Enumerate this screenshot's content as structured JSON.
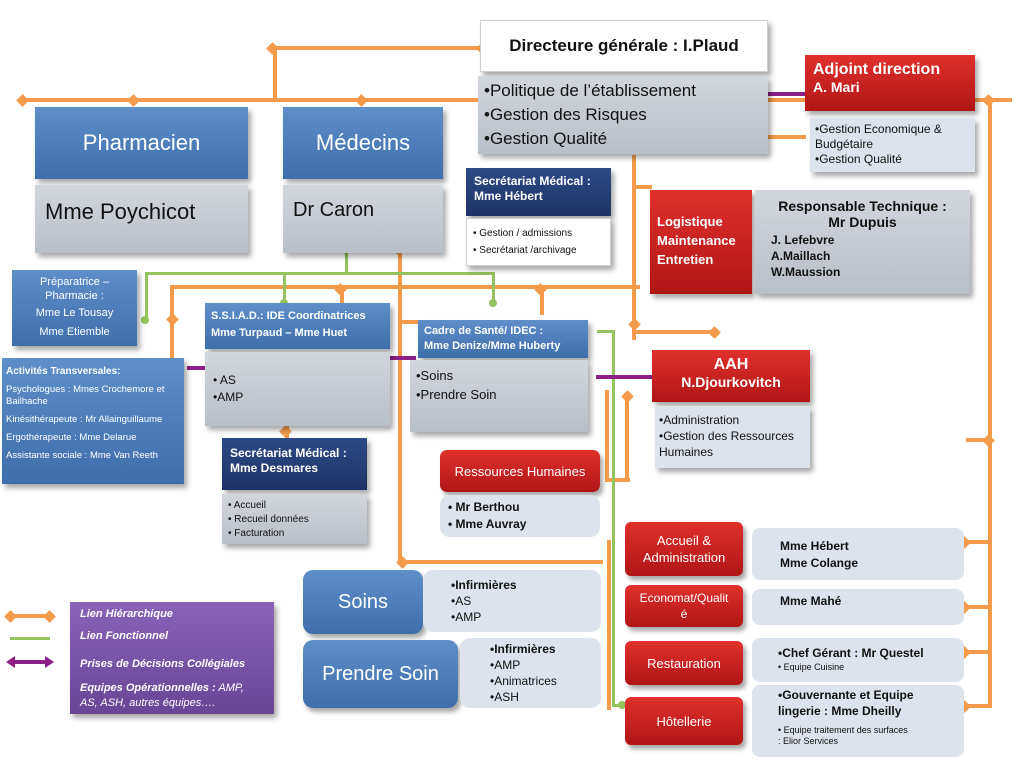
{
  "director": {
    "title": "Directeure générale : I.Plaud",
    "items": [
      "•Politique de l’établissement",
      "•Gestion des Risques",
      "•Gestion Qualité"
    ]
  },
  "adjoint": {
    "title": "Adjoint  direction",
    "name": "A. Mari",
    "items": [
      "•Gestion Economique & Budgétaire",
      "•Gestion Qualité"
    ]
  },
  "pharmacien": {
    "title": "Pharmacien",
    "name": "Mme Poychicot"
  },
  "medecins": {
    "title": "Médecins",
    "name": "Dr Caron"
  },
  "secretariat_medical_1": {
    "title": "Secrétariat Médical :\nMme Hébert",
    "items": [
      "•  Gestion / admissions",
      "•  Secrétariat /archivage"
    ]
  },
  "logistique": {
    "title": "Logistique\nMaintenance\nEntretien",
    "responsable": "Responsable Technique :",
    "responsable_name": "Mr Dupuis",
    "staff": [
      "J. Lefebvre",
      "A.Maillach",
      "W.Maussion"
    ]
  },
  "preparatrice": {
    "title": "Préparatrice –\nPharmacie :",
    "names": [
      "Mme Le Tousay",
      "Mme Etiemble"
    ]
  },
  "ssiad": {
    "title": "S.S.I.A.D.: IDE Coordinatrices\nMme Turpaud – Mme Huet",
    "items": [
      "• AS",
      "•AMP"
    ]
  },
  "cadre": {
    "title": "Cadre de Santé/ IDEC :\nMme Denize/Mme Huberty",
    "items": [
      "•Soins",
      "•Prendre Soin"
    ]
  },
  "aah": {
    "title": "AAH",
    "name": "N.Djourkovitch",
    "items": [
      "•Administration",
      "•Gestion des Ressources\n  Humaines"
    ]
  },
  "activites": {
    "title": "Activités Transversales:",
    "items": [
      "Psychologues : Mmes Crochemore et Bailhache",
      "Kinésithérapeute : Mr Allainguillaume",
      "Ergothérapeute : Mme Delarue",
      "Assistante sociale : Mme Van Reeth"
    ]
  },
  "secretariat_medical_2": {
    "title": "Secrétariat Médical :\nMme  Desmares",
    "items": [
      "•  Accueil",
      "•  Recueil données",
      "•  Facturation"
    ]
  },
  "rh": {
    "title": "Ressources Humaines",
    "items": [
      "•  Mr Berthou",
      "•  Mme Auvray"
    ]
  },
  "soins": {
    "title": "Soins",
    "items": [
      "•Infirmières",
      "•AS",
      "•AMP"
    ]
  },
  "prendre_soin": {
    "title": "Prendre Soin",
    "items": [
      "•Infirmières",
      "•AMP",
      "•Animatrices",
      "•ASH"
    ]
  },
  "services": [
    {
      "title": "Accueil &\nAdministration",
      "detail": "Mme Hébert\nMme Colange",
      "sub": ""
    },
    {
      "title": "Economat/Qualit\né",
      "detail": "Mme Mahé",
      "sub": ""
    },
    {
      "title": "Restauration",
      "detail": "•Chef Gérant : Mr Questel",
      "sub": "• Equipe Cuisine"
    },
    {
      "title": "Hôtellerie",
      "detail": "•Gouvernante et Equipe\n  lingerie :  Mme Dheilly",
      "sub": "• Equipe traitement des surfaces\n  :  Elior Services"
    }
  ],
  "legend": {
    "hierarchique": "Lien Hiérarchique",
    "fonctionnel": "Lien Fonctionnel",
    "collegiales": "Prises de Décisions Collégiales",
    "equipes_label": "Equipes Opérationnelles :",
    "equipes_text": " AMP, AS, ASH, autres équipes…."
  },
  "colors": {
    "hierarchique": "#f39b4b",
    "fonctionnel": "#94c25c",
    "collegiales": "#8b1f87",
    "red": "#c8201e",
    "blue": "#4a7ab8",
    "navy": "#1f3a73"
  }
}
